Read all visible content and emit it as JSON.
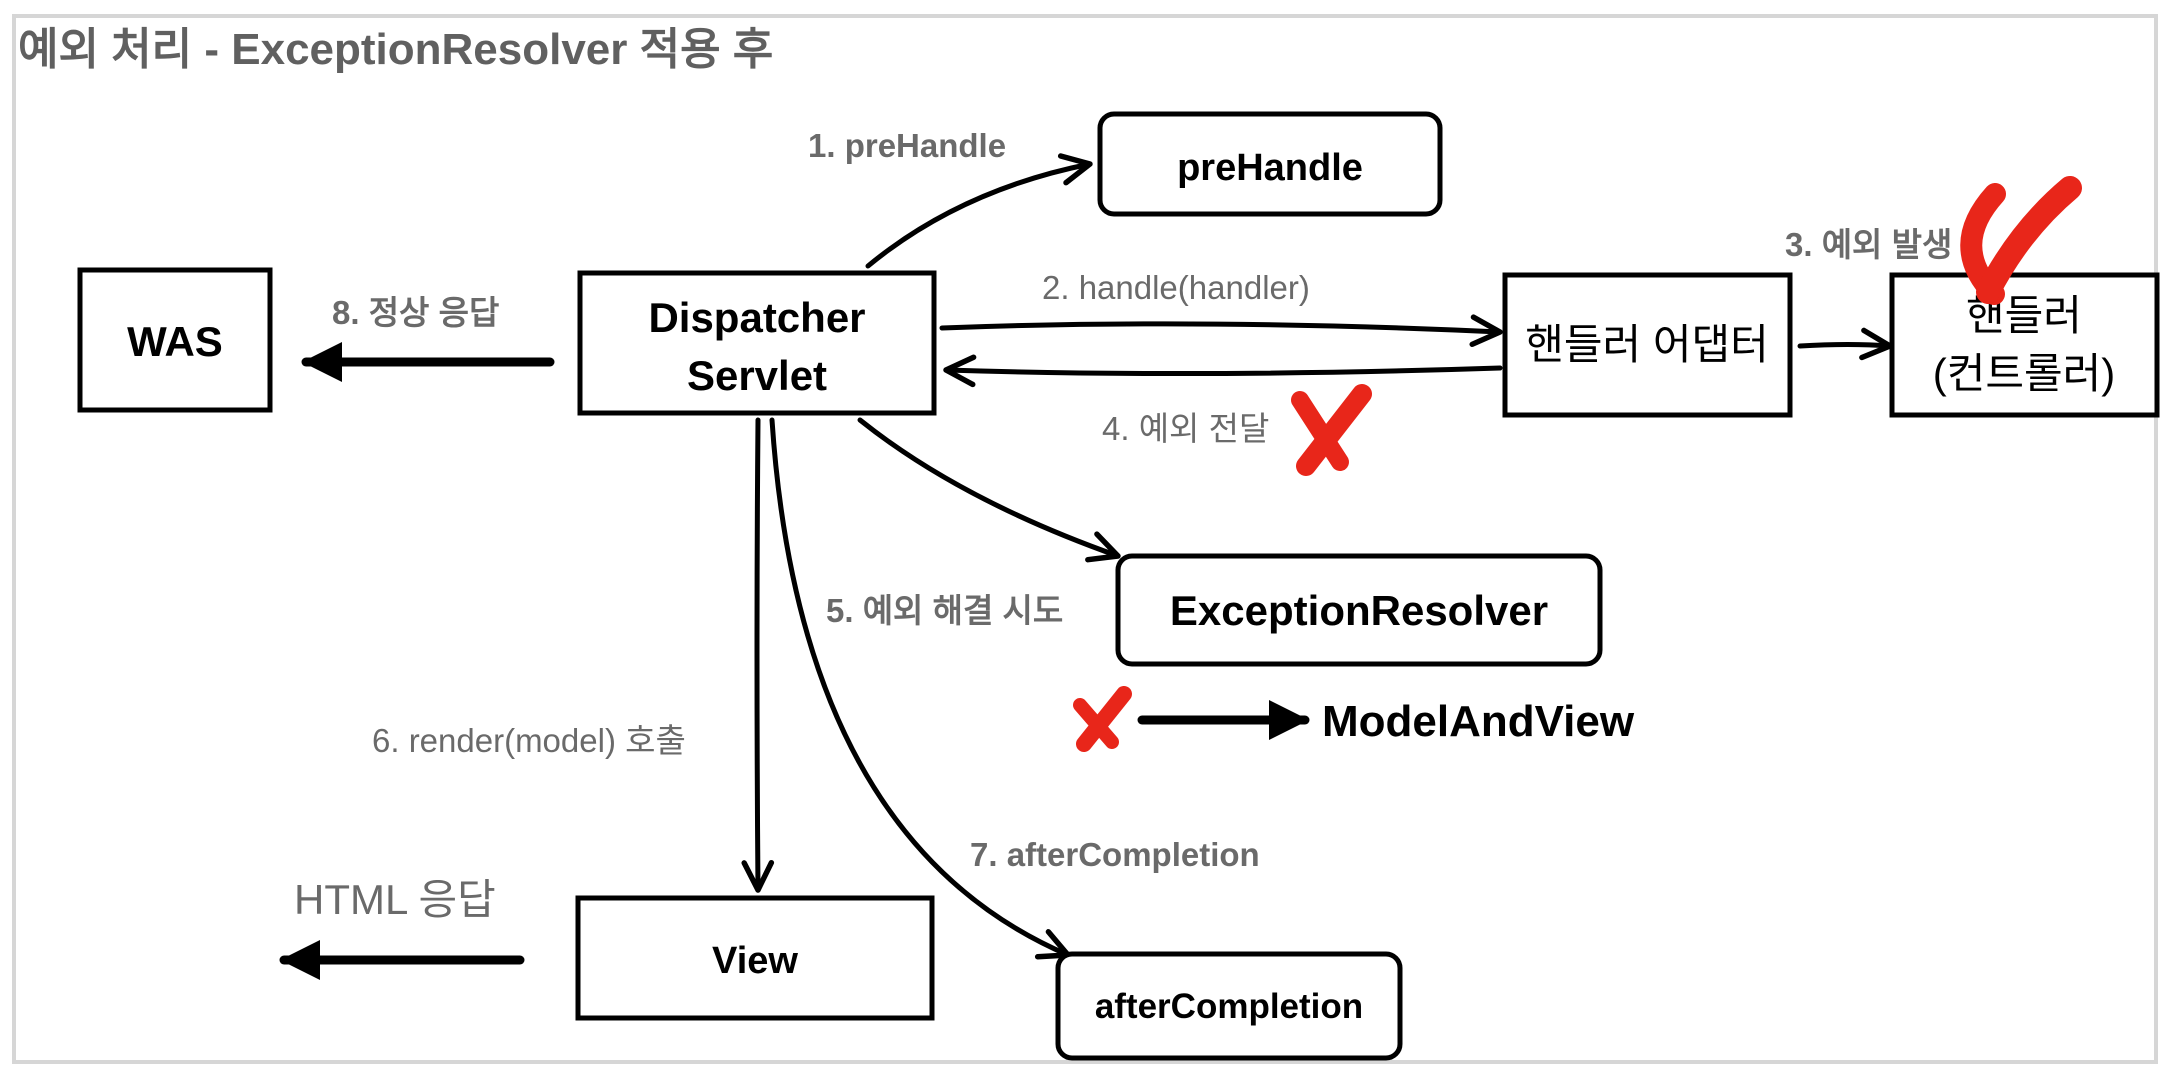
{
  "title": "예외 처리 - ExceptionResolver 적용 후",
  "nodes": {
    "was": "WAS",
    "dispatcher_line1": "Dispatcher",
    "dispatcher_line2": "Servlet",
    "prehandle": "preHandle",
    "handler_adapter": "핸들러 어댑터",
    "handler_line1": "핸들러",
    "handler_line2": "(컨트롤러)",
    "exception_resolver": "ExceptionResolver",
    "model_and_view": "ModelAndView",
    "view": "View",
    "after_completion": "afterCompletion"
  },
  "edges": {
    "step1": "1. preHandle",
    "step2": "2. handle(handler)",
    "step3": "3. 예외 발생",
    "step4": "4. 예외 전달",
    "step5": "5. 예외 해결 시도",
    "step6": "6. render(model) 호출",
    "step7": "7. afterCompletion",
    "step8": "8. 정상 응답",
    "html_response": "HTML 응답"
  },
  "colors": {
    "x_mark": "#e8261a",
    "label_gray": "#6a6a6a",
    "border": "#d6d6d6"
  }
}
